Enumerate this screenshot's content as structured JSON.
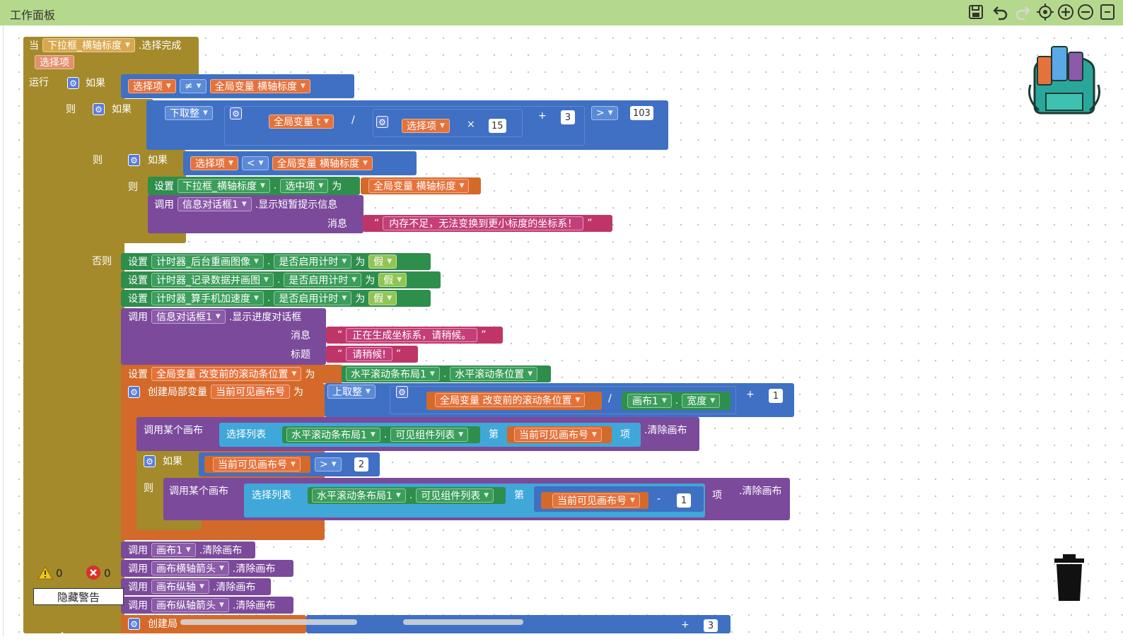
{
  "header": {
    "title": "工作面板",
    "icons": [
      "save-icon",
      "undo-icon",
      "redo-icon",
      "center-icon",
      "zoom-in-icon",
      "zoom-out-icon",
      "more-icon"
    ]
  },
  "event": {
    "when": "当",
    "component": "下拉框_横轴标度",
    "event_name": ".选择完成",
    "param": "选择项",
    "do_label": "运行"
  },
  "kw": {
    "if": "如果",
    "then": "则",
    "else": "否则",
    "set": "设置",
    "to": "为",
    "call": "调用",
    "message": "消息",
    "title": "标题",
    "dot": ".",
    "item_label": "项",
    "index_label": "第",
    "quote_open": "“",
    "quote_close": "”"
  },
  "if1": {
    "left": "选择项",
    "op": "≠",
    "right": "全局变量 横轴标度"
  },
  "if2": {
    "func": "下取整",
    "global_t": "全局变量 t",
    "div": "/",
    "param": "选择项",
    "mul": "×",
    "n15": "15",
    "plus": "+",
    "n3": "3",
    "gt": ">",
    "n103": "103"
  },
  "if3": {
    "left": "选择项",
    "op": "<",
    "right": "全局变量 横轴标度",
    "set_component": "下拉框_横轴标度",
    "set_prop": "选中项",
    "set_value": "全局变量 横轴标度",
    "call_component": "信息对话框1",
    "call_method": ".显示短暂提示信息",
    "message": "内存不足，无法变换到更小标度的坐标系！"
  },
  "else_rows": {
    "timer1": "计时器_后台重画图像",
    "timer2": "计时器_记录数据并画图",
    "timer3": "计时器_算手机加速度",
    "prop_enabled": "是否启用计时",
    "false_val": "假",
    "dialog_component": "信息对话框1",
    "dialog_method": ".显示进度对话框",
    "dialog_message": "正在生成坐标系，请稍候。",
    "dialog_title": "请稍候!",
    "scroll_var": "全局变量 改变前的滚动条位置",
    "scroll_comp": "水平滚动条布局1",
    "scroll_prop": "水平滚动条位置"
  },
  "local": {
    "create_label": "创建局部变量",
    "name": "当前可见画布号",
    "func": "上取整",
    "var": "全局变量 改变前的滚动条位置",
    "div": "/",
    "canvas": "画布1",
    "width_prop": "宽度",
    "plus": "+",
    "one": "1"
  },
  "anycanvas": {
    "label": "调用某个画布",
    "select_list": "选择列表",
    "layout": "水平滚动条布局1",
    "visible_prop": "可见组件列表",
    "index_var": "当前可见画布号",
    "method": ".清除画布",
    "if_var": "当前可见画布号",
    "if_op": ">",
    "if_num": "2",
    "minus": "-",
    "minus_num": "1"
  },
  "clear_calls": [
    {
      "component": "画布1",
      "method": ".清除画布"
    },
    {
      "component": "画布横轴箭头",
      "method": ".清除画布"
    },
    {
      "component": "画布纵轴",
      "method": ".清除画布"
    },
    {
      "component": "画布纵轴箭头",
      "method": ".清除画布"
    }
  ],
  "last_row": {
    "label": "创建局",
    "plus": "+",
    "num": "3"
  },
  "warnings": {
    "warn_count": "0",
    "error_count": "0",
    "hide_button": "隐藏警告"
  },
  "colors": {
    "header_bg": "#b5d98c",
    "event_block": "#a48a2b",
    "math_block": "#3f70c4",
    "set_block": "#2e8e4c",
    "call_block": "#7b4a9b",
    "text_block": "#c03568",
    "list_block": "#3fa8d8"
  }
}
